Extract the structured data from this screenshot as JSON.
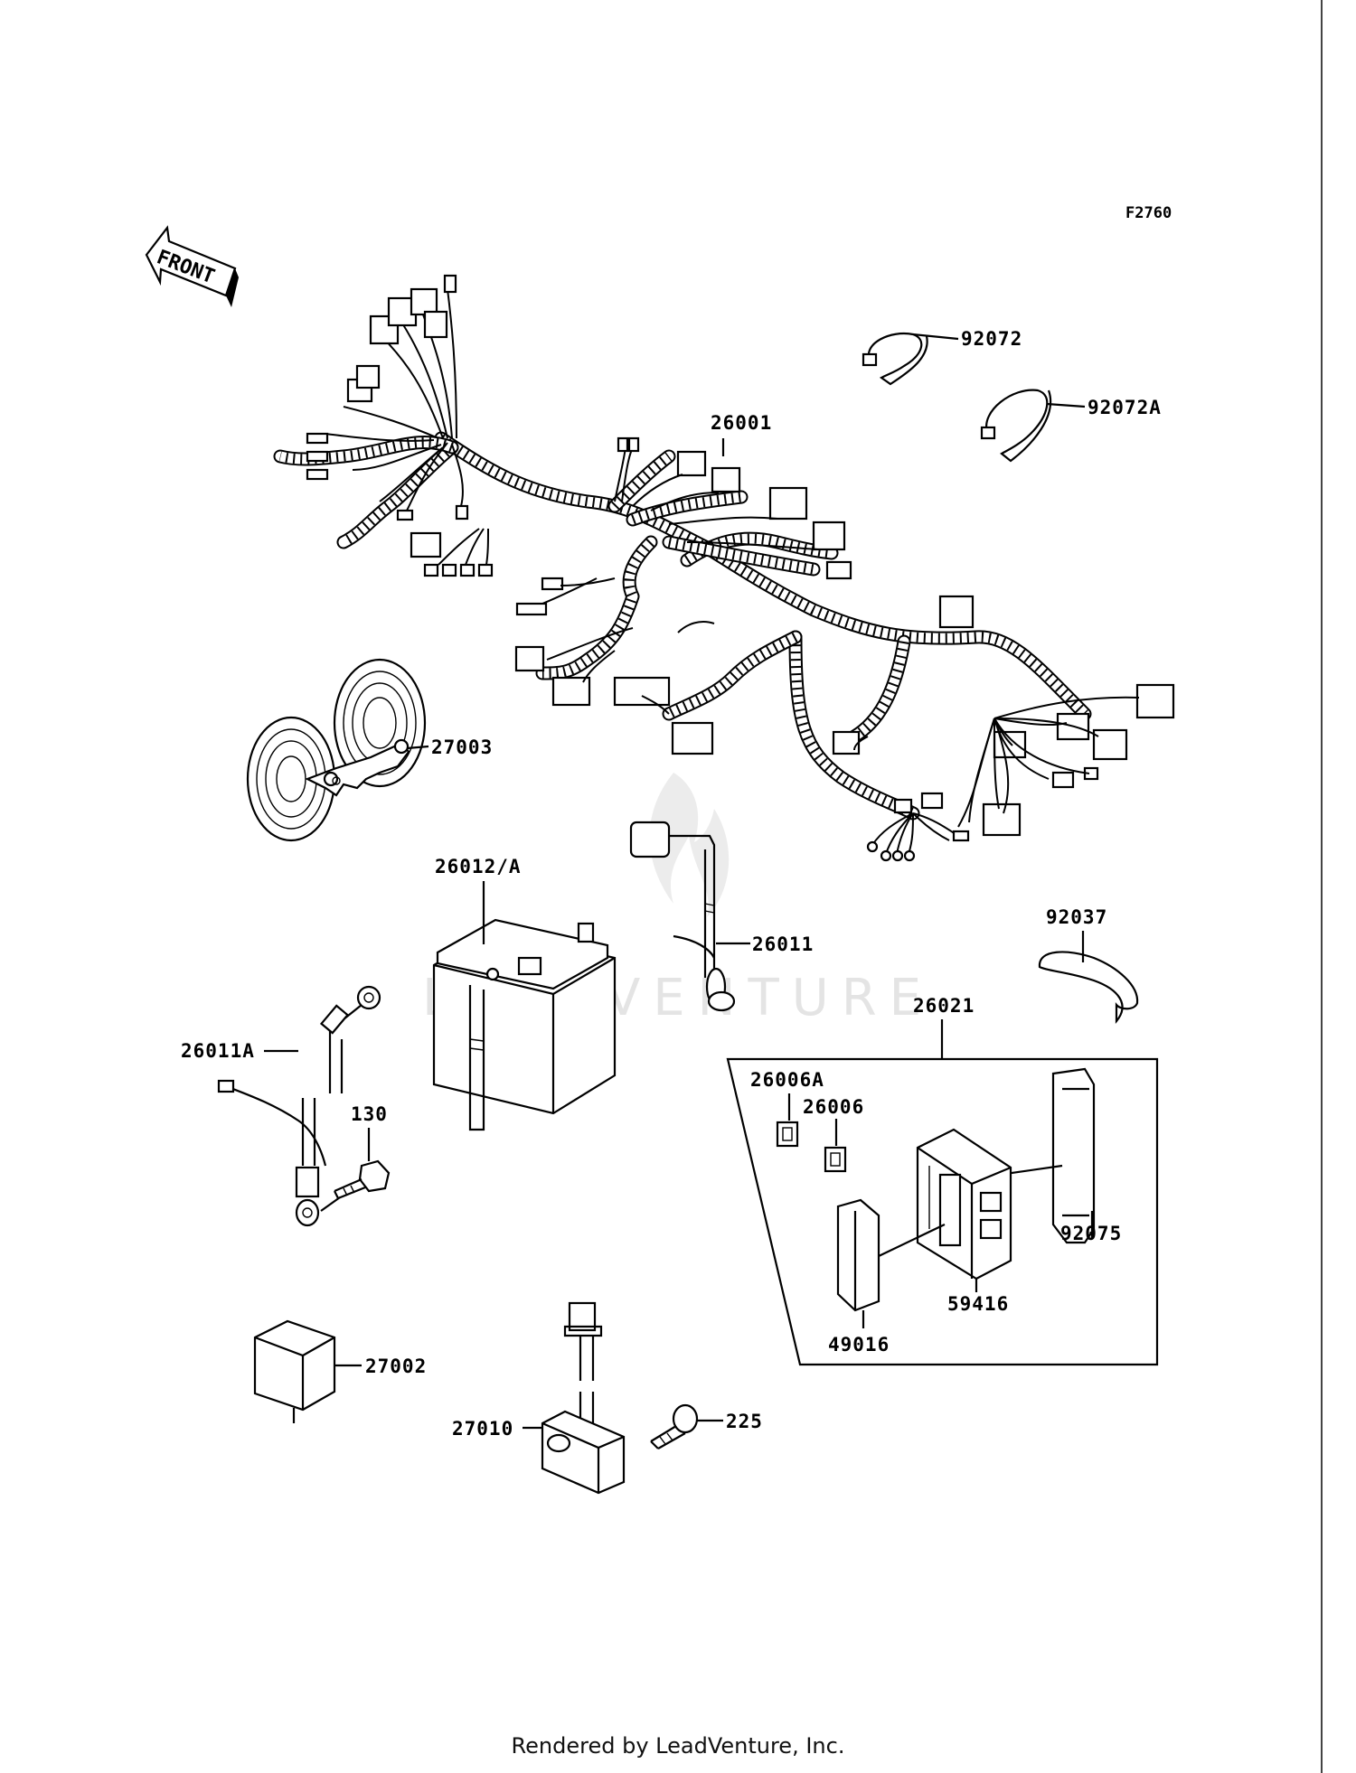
{
  "figure_code": "F2760",
  "front_label": "FRONT",
  "watermark": "LEADVENTURE",
  "footer": "Rendered by LeadVenture, Inc.",
  "callouts": {
    "harness": "26001",
    "band": "92072",
    "band_a": "92072A",
    "horn": "27003",
    "battery": "26012/A",
    "lead": "26011",
    "clamp": "92037",
    "junction_box": "26021",
    "ground_lead": "26011A",
    "bolt_130": "130",
    "fuse_a": "26006A",
    "fuse": "26006",
    "cover": "92075",
    "relay_box": "59416",
    "cap": "49016",
    "relay": "27002",
    "switch": "27010",
    "bolt_225": "225"
  }
}
